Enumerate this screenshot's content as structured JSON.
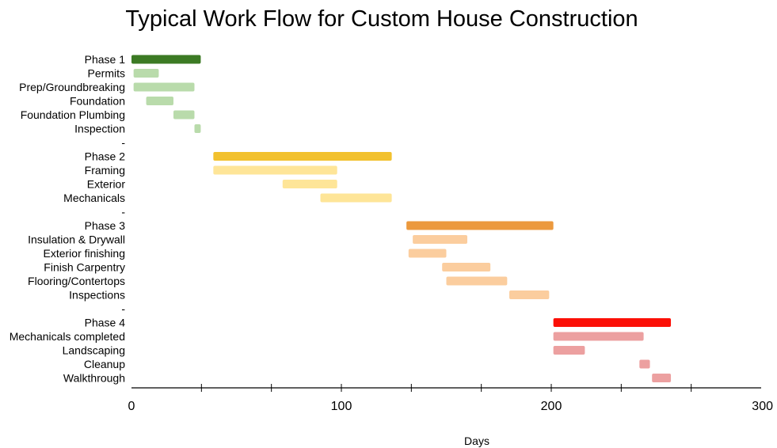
{
  "chart_data": {
    "type": "bar",
    "orientation": "horizontal-gantt",
    "title": "Typical Work Flow for Custom House Construction",
    "xlabel": "Days",
    "ylabel": "",
    "xlim": [
      0,
      300
    ],
    "xticks": [
      0,
      100,
      200,
      300
    ],
    "grid": false,
    "legend": "none",
    "tasks": [
      {
        "label": "Phase 1",
        "start": 0,
        "end": 33,
        "color": "#3c7a24"
      },
      {
        "label": "Permits",
        "start": 1,
        "end": 13,
        "color": "#b9dbab"
      },
      {
        "label": "Prep/Groundbreaking",
        "start": 1,
        "end": 30,
        "color": "#b9dbab"
      },
      {
        "label": "Foundation",
        "start": 7,
        "end": 20,
        "color": "#b9dbab"
      },
      {
        "label": "Foundation Plumbing",
        "start": 20,
        "end": 30,
        "color": "#b9dbab"
      },
      {
        "label": "Inspection",
        "start": 30,
        "end": 33,
        "color": "#b9dbab"
      },
      {
        "label": "-",
        "start": null,
        "end": null,
        "color": null
      },
      {
        "label": "Phase 2",
        "start": 39,
        "end": 124,
        "color": "#f2c12e"
      },
      {
        "label": "Framing",
        "start": 39,
        "end": 98,
        "color": "#fee598"
      },
      {
        "label": "Exterior",
        "start": 72,
        "end": 98,
        "color": "#fee598"
      },
      {
        "label": "Mechanicals",
        "start": 90,
        "end": 124,
        "color": "#fee598"
      },
      {
        "label": "-",
        "start": null,
        "end": null,
        "color": null
      },
      {
        "label": "Phase 3",
        "start": 131,
        "end": 201,
        "color": "#ec993d"
      },
      {
        "label": "Insulation & Drywall",
        "start": 134,
        "end": 160,
        "color": "#fbcd9e"
      },
      {
        "label": "Exterior finishing",
        "start": 132,
        "end": 150,
        "color": "#fbcd9e"
      },
      {
        "label": "Finish Carpentry",
        "start": 148,
        "end": 171,
        "color": "#fbcd9e"
      },
      {
        "label": "Flooring/Contertops",
        "start": 150,
        "end": 179,
        "color": "#fbcd9e"
      },
      {
        "label": "Inspections",
        "start": 180,
        "end": 199,
        "color": "#fbcd9e"
      },
      {
        "label": "-",
        "start": null,
        "end": null,
        "color": null
      },
      {
        "label": "Phase 4",
        "start": 201,
        "end": 257,
        "color": "#fb1007"
      },
      {
        "label": "Mechanicals completed",
        "start": 201,
        "end": 244,
        "color": "#eca0a0"
      },
      {
        "label": "Landscaping",
        "start": 201,
        "end": 216,
        "color": "#eca0a0"
      },
      {
        "label": "Cleanup",
        "start": 242,
        "end": 247,
        "color": "#eca0a0"
      },
      {
        "label": "Walkthrough",
        "start": 248,
        "end": 257,
        "color": "#eca0a0"
      }
    ]
  }
}
